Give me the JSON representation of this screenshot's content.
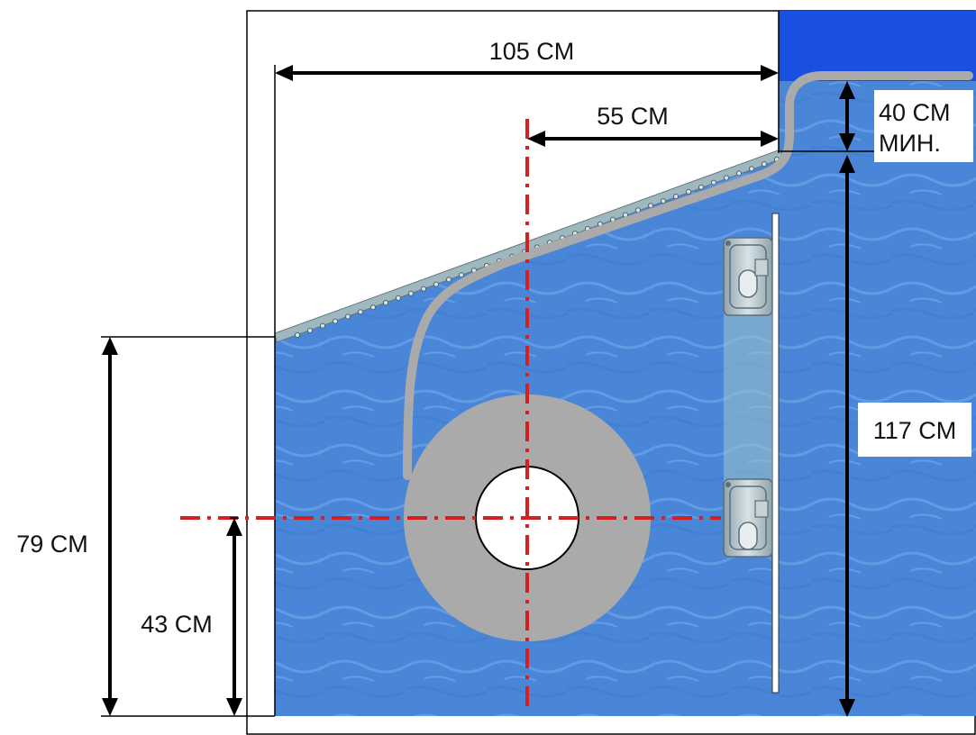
{
  "dimensions": {
    "total_width": "105 CM",
    "axis_to_edge": "55 CM",
    "clearance_line1": "40 CM",
    "clearance_line2": "МИН.",
    "water_depth": "117 CM",
    "wall_height": "79 CM",
    "axis_height": "43 CM"
  },
  "colors": {
    "water": "#4a86d8",
    "water_light": "#6aa4ec",
    "pool_deck": "#1a50e0",
    "cover_roll": "#aaaaaa",
    "axis_line": "#d42020",
    "dimension_line": "#000000"
  },
  "icons": {
    "cover_slats": "slat-icon",
    "wall_bracket": "bracket-icon"
  }
}
